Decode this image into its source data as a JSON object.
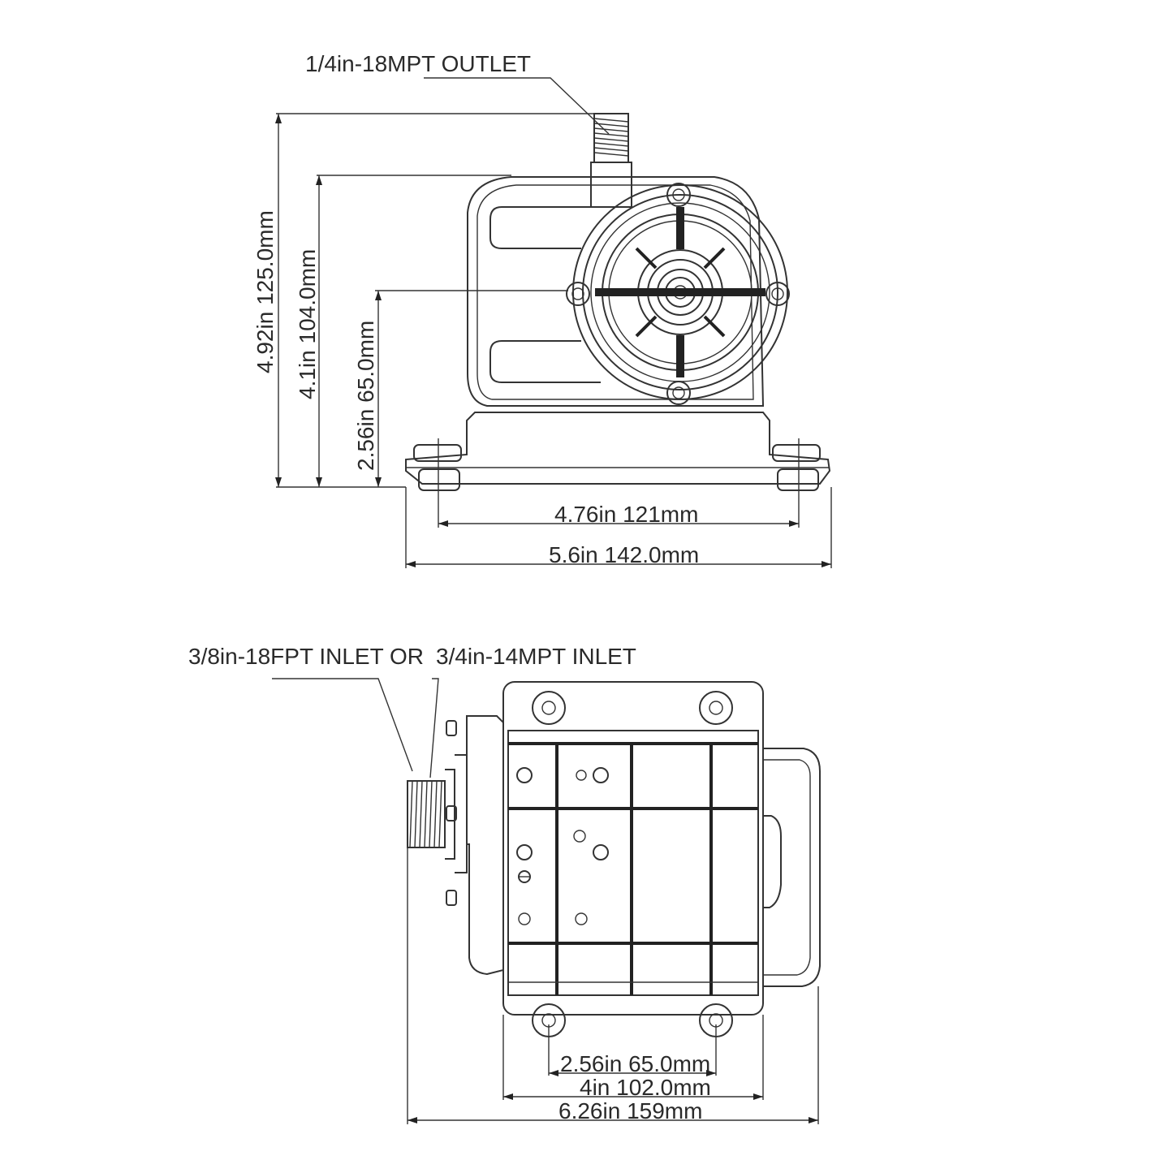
{
  "top_view": {
    "outlet_label": "1/4in-18MPT OUTLET",
    "height_total": "4.92in 125.0mm",
    "height_outlet": "4.1in 104.0mm",
    "height_center": "2.56in 65.0mm",
    "width_holes": "4.76in 121mm",
    "width_total": "5.6in 142.0mm"
  },
  "bottom_view": {
    "inlet_label_1": "3/8in-18FPT INLET OR",
    "inlet_label_2": "3/4in-14MPT INLET",
    "width_holes": "2.56in 65.0mm",
    "width_base": "4in 102.0mm",
    "width_total": "6.26in 159mm"
  }
}
